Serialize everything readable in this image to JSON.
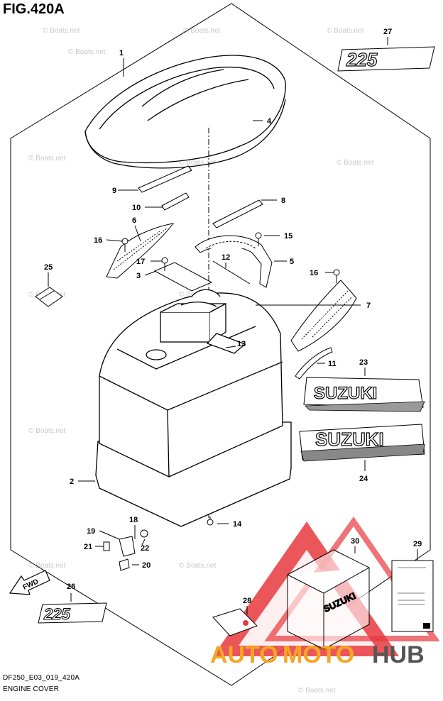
{
  "figure": {
    "title": "FIG.420A",
    "code": "DF250_E03_019_420A",
    "section": "ENGINE COVER"
  },
  "watermark": "© Boats.net",
  "fwd_label": "FWD",
  "decals": {
    "model": "225",
    "brand": "SUZUKI",
    "cover_brand": "SUZUKI"
  },
  "logo": {
    "auto": "AUTO",
    "moto": "MOTO",
    "hub": "HUB",
    "colors": {
      "red": "#e8383d",
      "orange": "#f5a623",
      "gray": "#555555"
    }
  },
  "parts": [
    {
      "id": "1",
      "label": "1"
    },
    {
      "id": "2",
      "label": "2"
    },
    {
      "id": "3",
      "label": "3"
    },
    {
      "id": "4",
      "label": "4"
    },
    {
      "id": "5",
      "label": "5"
    },
    {
      "id": "6",
      "label": "6"
    },
    {
      "id": "7",
      "label": "7"
    },
    {
      "id": "8",
      "label": "8"
    },
    {
      "id": "9",
      "label": "9"
    },
    {
      "id": "10",
      "label": "10"
    },
    {
      "id": "11",
      "label": "11"
    },
    {
      "id": "12",
      "label": "12"
    },
    {
      "id": "13",
      "label": "13"
    },
    {
      "id": "14",
      "label": "14"
    },
    {
      "id": "15",
      "label": "15"
    },
    {
      "id": "16a",
      "label": "16"
    },
    {
      "id": "16b",
      "label": "16"
    },
    {
      "id": "17",
      "label": "17"
    },
    {
      "id": "18",
      "label": "18"
    },
    {
      "id": "19",
      "label": "19"
    },
    {
      "id": "20",
      "label": "20"
    },
    {
      "id": "21",
      "label": "21"
    },
    {
      "id": "22",
      "label": "22"
    },
    {
      "id": "23",
      "label": "23"
    },
    {
      "id": "24",
      "label": "24"
    },
    {
      "id": "25",
      "label": "25"
    },
    {
      "id": "26",
      "label": "26"
    },
    {
      "id": "27",
      "label": "27"
    },
    {
      "id": "28",
      "label": "28"
    },
    {
      "id": "29",
      "label": "29"
    },
    {
      "id": "30",
      "label": "30"
    }
  ]
}
